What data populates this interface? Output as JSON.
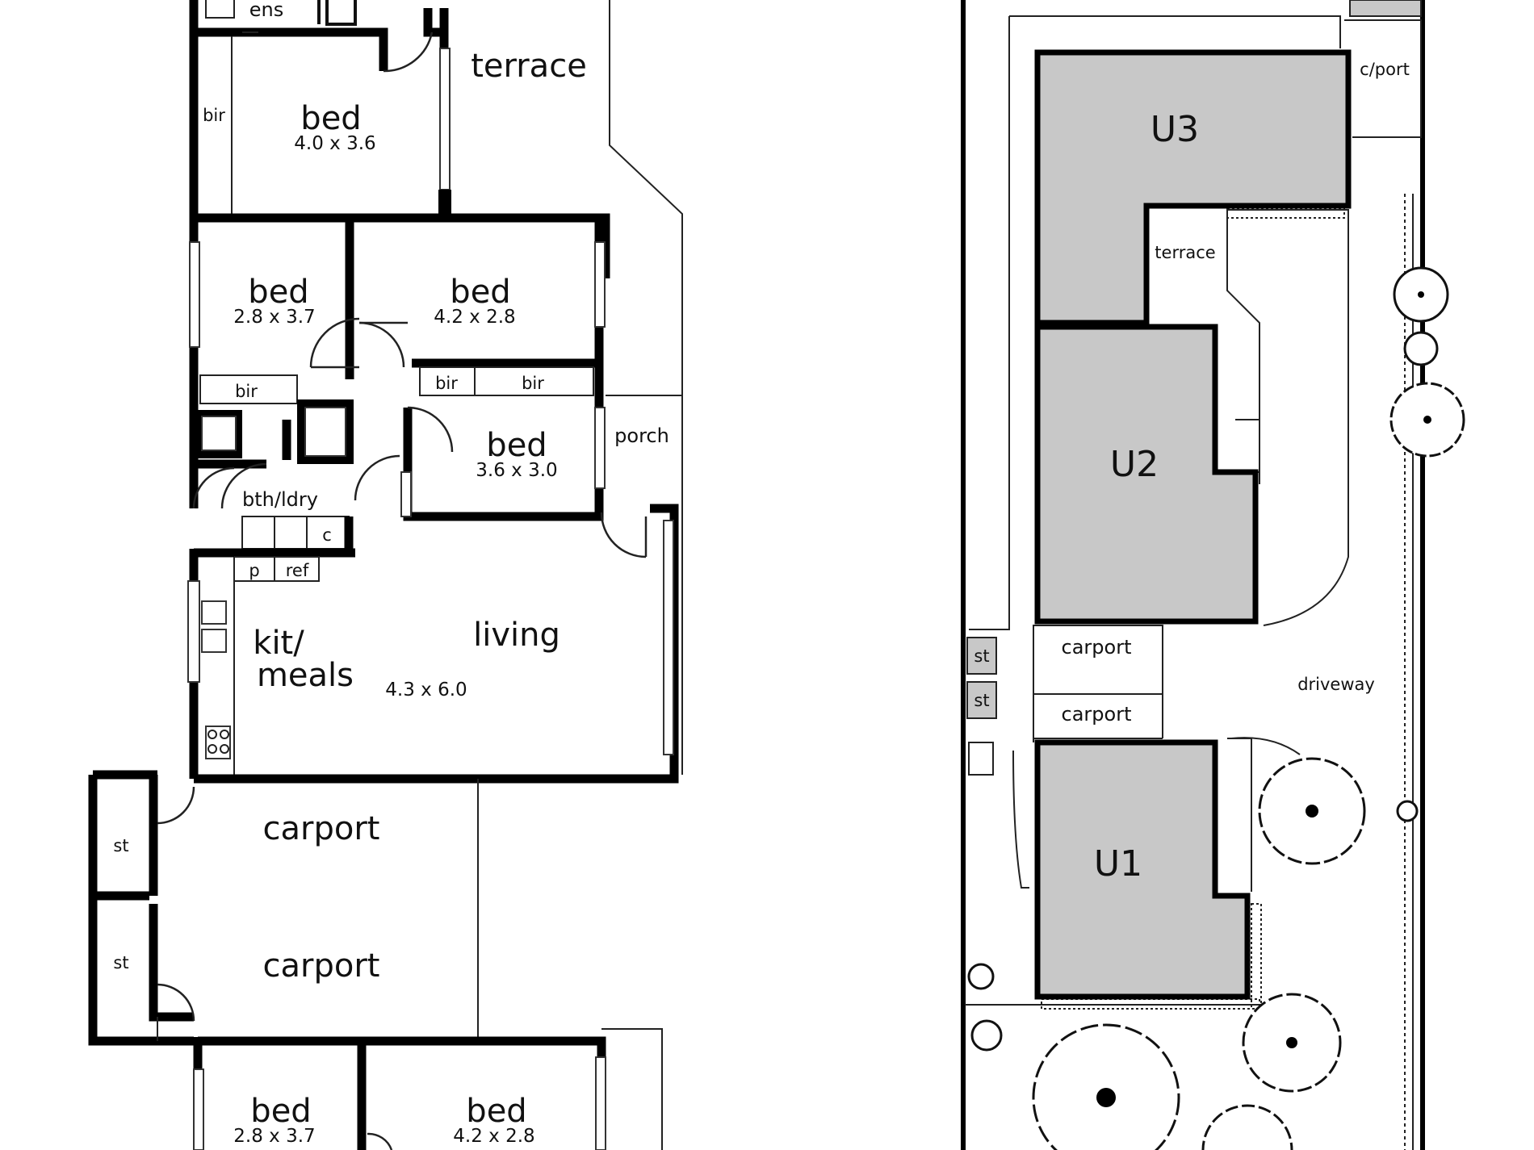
{
  "floor_plan": {
    "rooms": {
      "ens": "ens",
      "terrace": "terrace",
      "bed1": {
        "name": "bed",
        "dims": "4.0 x 3.6"
      },
      "bed1_robe": "bir",
      "bed2": {
        "name": "bed",
        "dims": "2.8 x 3.7"
      },
      "bed2_robe": "bir",
      "bed3": {
        "name": "bed",
        "dims": "4.2 x 2.8"
      },
      "bed3_robe_a": "bir",
      "bed3_robe_b": "bir",
      "bed4": {
        "name": "bed",
        "dims": "3.6 x 3.0"
      },
      "porch": "porch",
      "bath": "bth/ldry",
      "cupboard": "c",
      "pantry": "p",
      "fridge": "ref",
      "kitchen_line1": "kit/",
      "kitchen_line2": "meals",
      "living": {
        "name": "living",
        "dims": "4.3 x 6.0"
      },
      "carport_a": "carport",
      "carport_b": "carport",
      "store_a": "st",
      "store_b": "st",
      "lower_bed_a": {
        "name": "bed",
        "dims": "2.8 x 3.7"
      },
      "lower_bed_b": {
        "name": "bed",
        "dims": "4.2 x 2.8"
      }
    }
  },
  "site_plan": {
    "units": [
      "U3",
      "U2",
      "U1"
    ],
    "labels": {
      "carport_top": "c/port",
      "terrace": "terrace",
      "carport_a": "carport",
      "carport_b": "carport",
      "driveway": "driveway",
      "store_a": "st",
      "store_b": "st"
    }
  }
}
